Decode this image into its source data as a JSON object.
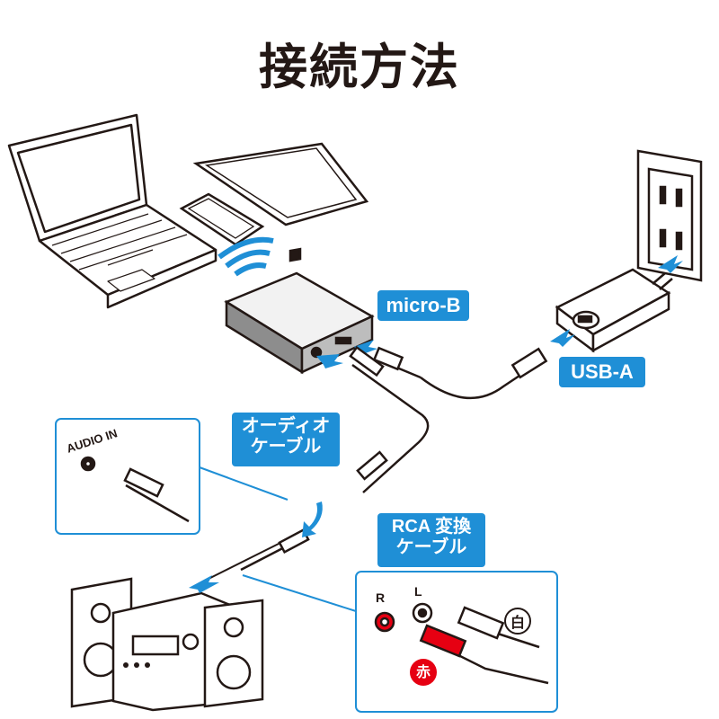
{
  "title": "接続方法",
  "callouts": {
    "micro_b": "micro-B",
    "usb_a": "USB-A",
    "audio_cable": [
      "オーディオ",
      "ケーブル"
    ],
    "rca_cable": [
      "RCA 変換",
      "ケーブル"
    ]
  },
  "port_labels": {
    "audio_in": "AUDIO IN",
    "r": "R",
    "l": "L"
  },
  "color_badges": {
    "white": "白",
    "red": "赤"
  },
  "colors": {
    "callout_blue": "#1f8fd6",
    "arrow_blue": "#1f8fd6",
    "red_plug": "#e60012",
    "text_dark": "#231815"
  },
  "icons": [
    "laptop-icon",
    "tablet-icon",
    "smartphone-icon",
    "wireless-signal-icon",
    "bluetooth-receiver-icon",
    "wall-outlet-icon",
    "usb-ac-adapter-icon",
    "stereo-system-icon"
  ]
}
